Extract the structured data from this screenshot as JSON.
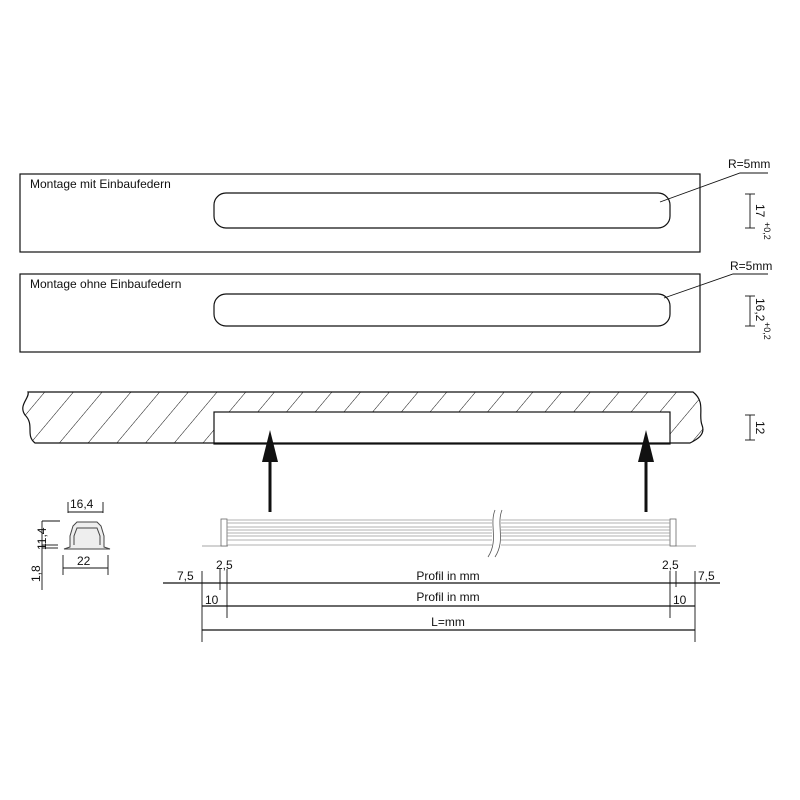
{
  "panels": [
    {
      "label": "Montage mit Einbaufedern",
      "radius": "R=5mm",
      "dim": "17",
      "tolerance": "+0,2"
    },
    {
      "label": "Montage ohne Einbaufedern",
      "radius": "R=5mm",
      "dim": "16,2",
      "tolerance": "+0,2"
    }
  ],
  "section": {
    "thickness": "12"
  },
  "cross_section": {
    "top_width": "16,4",
    "height": "11,4",
    "flange": "1,8",
    "bottom_width": "22"
  },
  "dimensions": {
    "left_outer": "7,5",
    "left_inner": "2,5",
    "left_ten": "10",
    "right_inner": "2,5",
    "right_outer": "7,5",
    "right_ten": "10",
    "profil_1": "Profil in mm",
    "profil_2": "Profil in mm",
    "length": "L=mm"
  }
}
